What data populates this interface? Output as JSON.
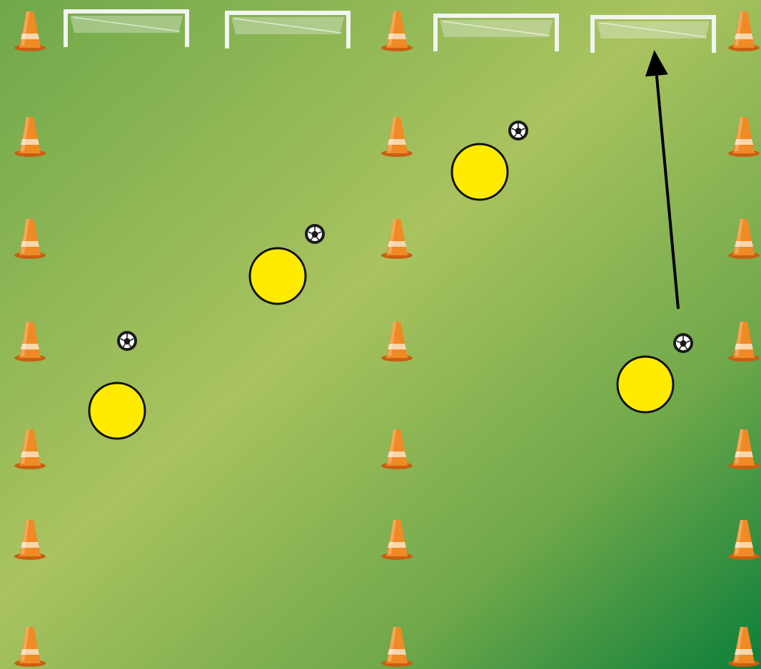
{
  "diagram": {
    "type": "soccer-drill",
    "colors": {
      "pitch_light": "#a9c35f",
      "pitch_mid": "#6fa84a",
      "pitch_dark": "#0b7f3a",
      "cone": "#f08a24",
      "cone_shade": "#c85f12",
      "player": "#ffeb00",
      "player_outline": "#111111",
      "goal": "#f2f4f0",
      "arrow": "#000000"
    },
    "items": {
      "goals": 4,
      "cones": 21,
      "players": 4,
      "balls": 4,
      "arrows": 1
    },
    "icons": [
      "cone-icon",
      "goal-icon",
      "player-icon",
      "ball-icon",
      "arrow-icon"
    ]
  }
}
